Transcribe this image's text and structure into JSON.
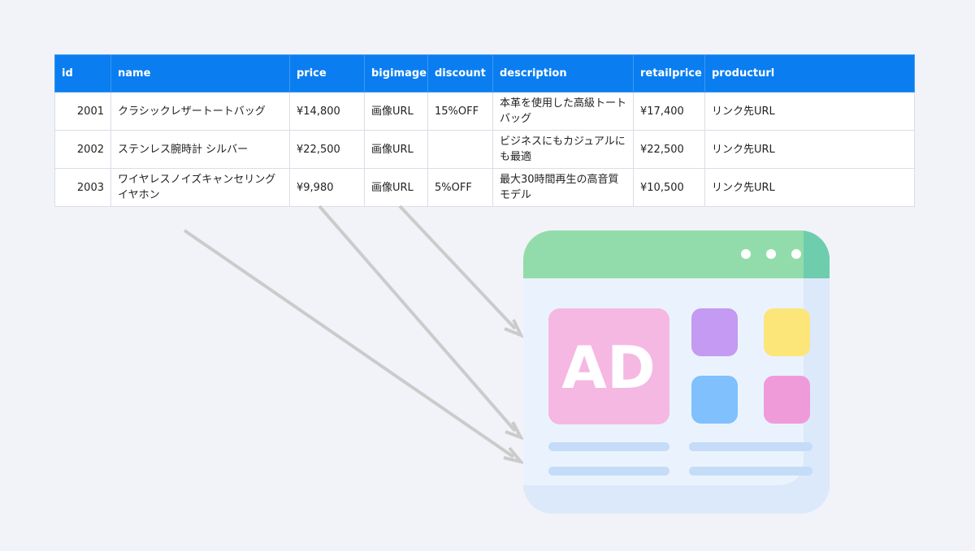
{
  "table": {
    "columns": [
      "id",
      "name",
      "price",
      "bigimage",
      "discount",
      "description",
      "retailprice",
      "producturl"
    ],
    "rows": [
      {
        "id": "2001",
        "name": "クラシックレザートートバッグ",
        "price": "¥14,800",
        "bigimage": "画像URL",
        "discount": "15%OFF",
        "description": "本革を使用した高級トートバッグ",
        "retailprice": "¥17,400",
        "producturl": "リンク先URL"
      },
      {
        "id": "2002",
        "name": "ステンレス腕時計 シルバー",
        "price": "¥22,500",
        "bigimage": "画像URL",
        "discount": "",
        "description": "ビジネスにもカジュアルにも最適",
        "retailprice": "¥22,500",
        "producturl": "リンク先URL"
      },
      {
        "id": "2003",
        "name": "ワイヤレスノイズキャンセリングイヤホン",
        "price": "¥9,980",
        "bigimage": "画像URL",
        "discount": "5%OFF",
        "description": "最大30時間再生の高音質モデル",
        "retailprice": "¥10,500",
        "producturl": "リンク先URL"
      }
    ]
  },
  "ad_window": {
    "ad_text": "AD",
    "icon": "browser-ad-icon",
    "colors": {
      "titlebar": "#92dcab",
      "titlebar_edge": "#6ecdac",
      "body": "#eaf3fd",
      "body_edge": "#dce9fb",
      "ad_tile": "#f4b8e3",
      "tile_purple": "#c49af2",
      "tile_yellow": "#fce579",
      "tile_blue": "#7fc0fd",
      "tile_pink": "#f09bd9",
      "text_lines": "#c4dcf8"
    }
  },
  "arrow_color": "#cbcbcb"
}
